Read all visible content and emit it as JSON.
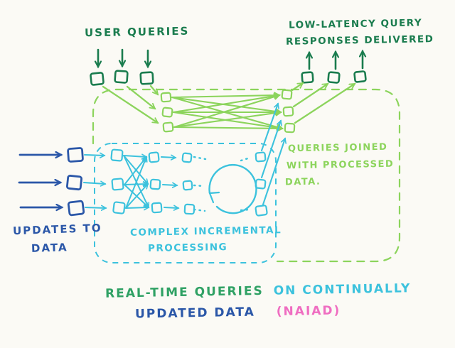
{
  "colors": {
    "paper": "#fbfaf5",
    "dark_green": "#1a7c4e",
    "light_green": "#8cd45c",
    "cyan": "#3cc2dd",
    "dark_blue": "#2b57a8",
    "pink": "#ef6dc1",
    "caption_green": "#2fa164"
  },
  "top_left": {
    "label": "USER QUERIES"
  },
  "top_right": {
    "line1": "LOW-LATENCY QUERY",
    "line2": "RESPONSES DELIVERED"
  },
  "join_note": {
    "line1": "QUERIES JOINED",
    "line2": "WITH PROCESSED",
    "line3": "DATA."
  },
  "processing_box": {
    "line1": "COMPLEX INCREMENTAL",
    "line2": "PROCESSING"
  },
  "updates": {
    "line1": "UPDATES TO",
    "line2": "DATA"
  },
  "caption": {
    "part1": "REAL-TIME QUERIES",
    "part2": "ON CONTINUALLY",
    "part3": "UPDATED DATA",
    "part4": "(NAIAD)"
  }
}
